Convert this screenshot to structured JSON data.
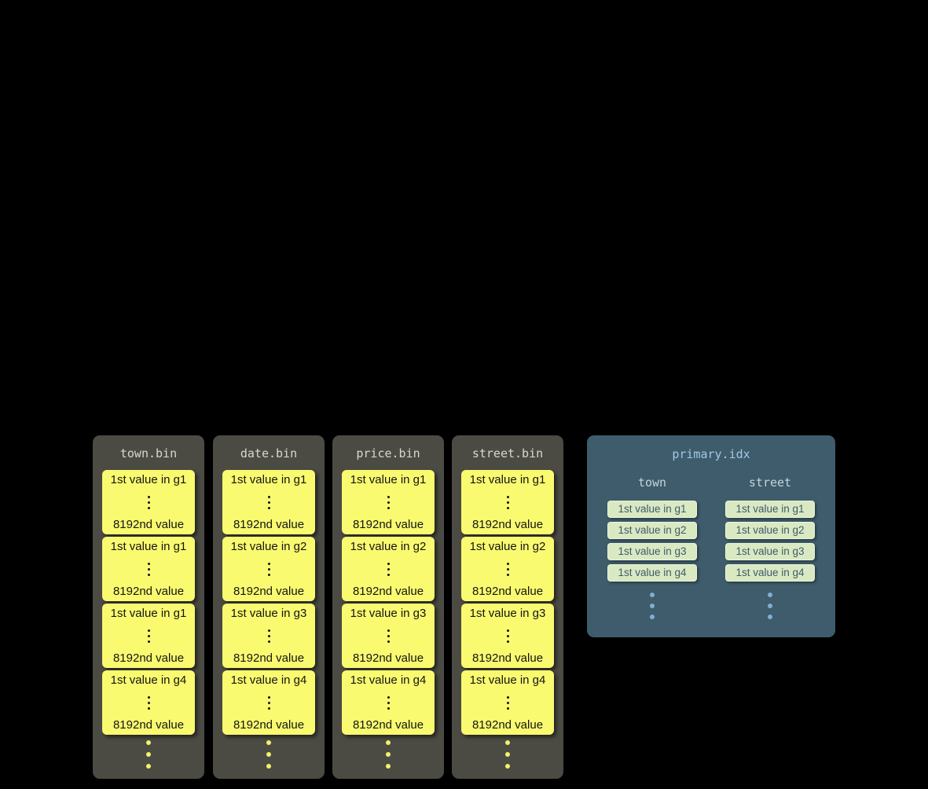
{
  "colors": {
    "background": "#000000",
    "bin_column_bg": "#4b4b44",
    "bin_title_text": "#d8d8d2",
    "granule_block_bg": "#fafa70",
    "granule_text": "#141414",
    "index_panel_bg": "#3e5c6b",
    "index_title_text": "#a3c9e6",
    "index_header_text": "#c6d4dc",
    "index_chip_bg": "#d9e9c2",
    "index_chip_text": "#3e5b6b",
    "ellipsis_yellow": "#f2f268",
    "ellipsis_blue": "#82aed0"
  },
  "bin_files": [
    {
      "title": "town.bin",
      "granules": [
        {
          "first": "1st value in g1",
          "last": "8192nd value"
        },
        {
          "first": "1st value in g1",
          "last": "8192nd value"
        },
        {
          "first": "1st value in g1",
          "last": "8192nd value"
        },
        {
          "first": "1st value in g4",
          "last": "8192nd value"
        }
      ]
    },
    {
      "title": "date.bin",
      "granules": [
        {
          "first": "1st value in g1",
          "last": "8192nd value"
        },
        {
          "first": "1st value in g2",
          "last": "8192nd value"
        },
        {
          "first": "1st value in g3",
          "last": "8192nd value"
        },
        {
          "first": "1st value in g4",
          "last": "8192nd value"
        }
      ]
    },
    {
      "title": "price.bin",
      "granules": [
        {
          "first": "1st value in g1",
          "last": "8192nd value"
        },
        {
          "first": "1st value in g2",
          "last": "8192nd value"
        },
        {
          "first": "1st value in g3",
          "last": "8192nd value"
        },
        {
          "first": "1st value in g4",
          "last": "8192nd value"
        }
      ]
    },
    {
      "title": "street.bin",
      "granules": [
        {
          "first": "1st value in g1",
          "last": "8192nd value"
        },
        {
          "first": "1st value in g2",
          "last": "8192nd value"
        },
        {
          "first": "1st value in g3",
          "last": "8192nd value"
        },
        {
          "first": "1st value in g4",
          "last": "8192nd value"
        }
      ]
    }
  ],
  "index_file": {
    "title": "primary.idx",
    "columns": [
      {
        "header": "town",
        "entries": [
          "1st value in g1",
          "1st value in g2",
          "1st value in g3",
          "1st value in g4"
        ]
      },
      {
        "header": "street",
        "entries": [
          "1st value in g1",
          "1st value in g2",
          "1st value in g3",
          "1st value in g4"
        ]
      }
    ]
  }
}
